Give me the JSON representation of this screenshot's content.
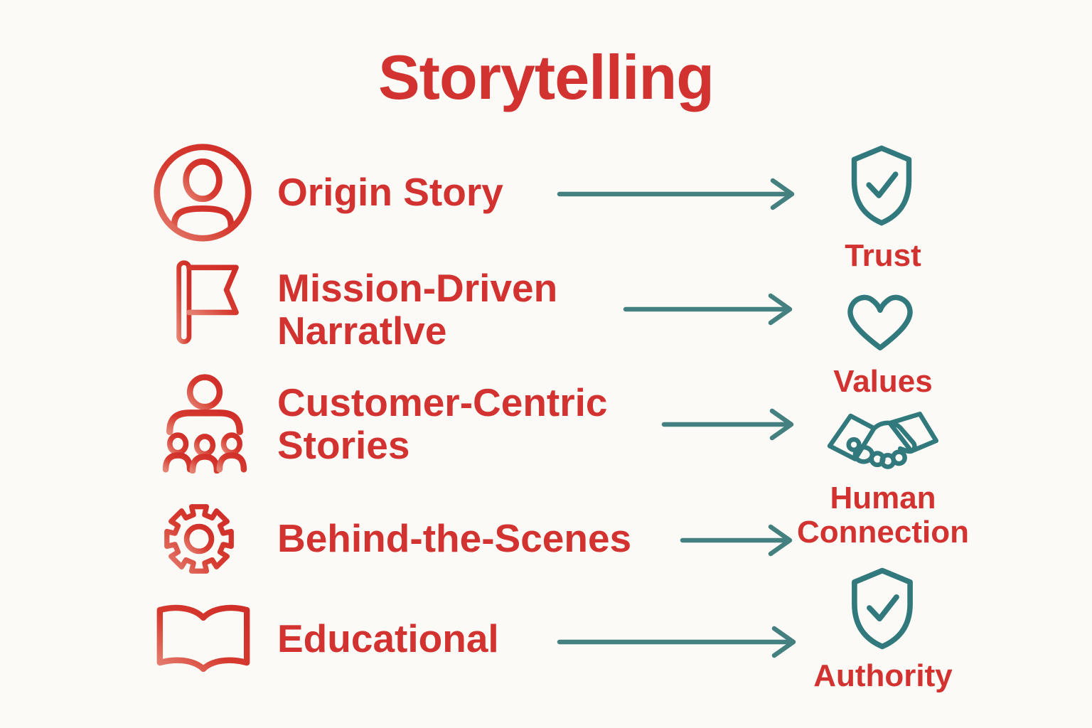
{
  "title": "Storytelling",
  "palette": {
    "red": "#d23330",
    "red_light": "#e58273",
    "teal": "#31797c",
    "arrow_teal": "#44807f",
    "background": "#fbfaf6"
  },
  "story_types": [
    {
      "icon": "user-avatar-icon",
      "lines": [
        "Origin Story"
      ]
    },
    {
      "icon": "flag-icon",
      "lines": [
        "Mission-Driven",
        "Narratlve"
      ]
    },
    {
      "icon": "people-group-icon",
      "lines": [
        "Customer-Centric",
        "Stories"
      ]
    },
    {
      "icon": "gear-icon",
      "lines": [
        "Behind-the-Scenes"
      ]
    },
    {
      "icon": "open-book-icon",
      "lines": [
        "Educational"
      ]
    }
  ],
  "outcomes": [
    {
      "icon": "shield-check-icon",
      "lines": [
        "Trust"
      ]
    },
    {
      "icon": "heart-icon",
      "lines": [
        "Values"
      ]
    },
    {
      "icon": "handshake-icon",
      "lines": [
        "Human",
        "Connection"
      ]
    },
    {
      "icon": "shield-check-icon",
      "lines": [
        "Authority"
      ]
    }
  ],
  "connections": [
    {
      "from": "Origin Story",
      "to": "Trust"
    },
    {
      "from": "Mission-Driven Narratlve",
      "to": "Values"
    },
    {
      "from": "Customer-Centric Stories",
      "to": "Human Connection"
    },
    {
      "from": "Behind-the-Scenes",
      "to": "Human Connection"
    },
    {
      "from": "Educational",
      "to": "Authority"
    }
  ]
}
